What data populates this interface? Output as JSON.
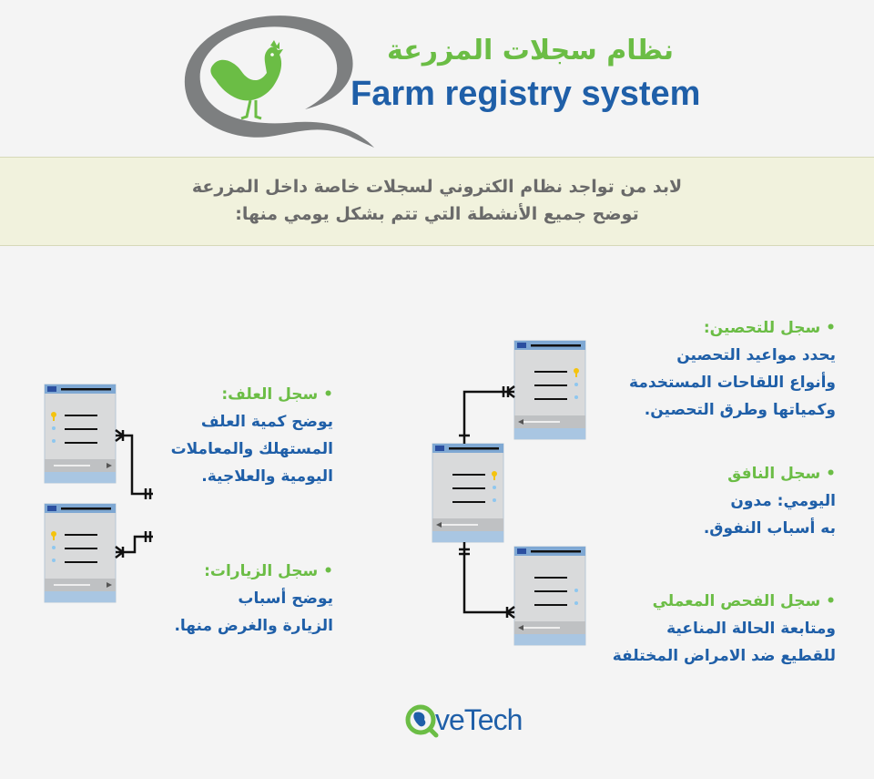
{
  "header": {
    "title_ar": "نظام سجلات المزرعة",
    "title_en": "Farm registry system"
  },
  "intro": {
    "line1": "لابد من تواجد نظام الكتروني  لسجلات خاصة داخل المزرعة",
    "line2": "توضح جميع الأنشطة التي تتم بشكل يومي منها:"
  },
  "records": {
    "vaccination": {
      "title": "• سجل للتحصين:",
      "lines": [
        "يحدد مواعيد التحصين",
        "وأنواع اللقاحات المستخدمة",
        "وكمياتها وطرق التحصين."
      ]
    },
    "mortality": {
      "title": "• سجل النافق",
      "lines": [
        "اليومي: مدون",
        "به أسباب النفوق."
      ]
    },
    "lab": {
      "title": "• سجل الفحص المعملي",
      "lines": [
        "ومتابعة الحالة المناعية",
        "للقطيع ضد الامراض المختلفة"
      ]
    },
    "feed": {
      "title": "• سجل العلف:",
      "lines": [
        "يوضح كمية العلف",
        "المستهلك والمعاملات",
        "اليومية والعلاجية."
      ]
    },
    "visits": {
      "title": "• سجل الزيارات:",
      "lines": [
        "يوضح أسباب",
        "الزيارة والغرض منها."
      ]
    }
  },
  "footer": {
    "logo_text": "veTech"
  },
  "colors": {
    "green": "#6bbd45",
    "blue": "#1f5fa8",
    "gray_logo": "#7d7f80",
    "band": "#f1f2dd"
  }
}
